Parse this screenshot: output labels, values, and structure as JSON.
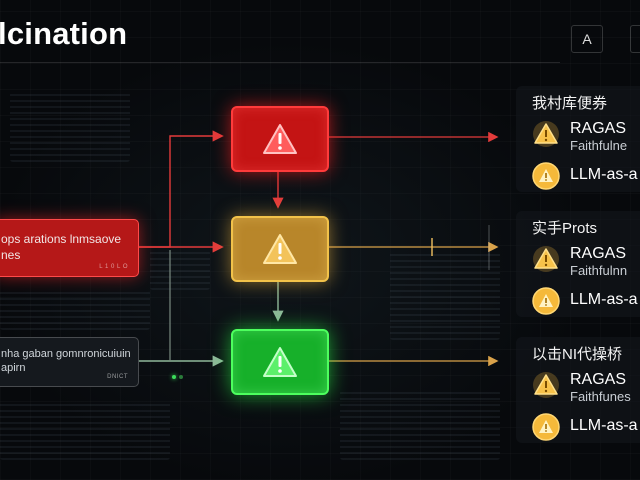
{
  "header": {
    "title": "lcination",
    "lang_button": "A"
  },
  "flow": {
    "alerts": [
      {
        "id": "red",
        "icon": "warning-icon",
        "color": "#e11a1a"
      },
      {
        "id": "yellow",
        "icon": "warning-icon",
        "color": "#d49a2e"
      },
      {
        "id": "green",
        "icon": "warning-icon",
        "color": "#22c435"
      }
    ],
    "sources": [
      {
        "line1": "ops arations lnmsaove",
        "line2": "nes",
        "tag": "L 1 0 L O",
        "color": "#b51818"
      },
      {
        "line1": "nha gaban gomnronicuiuin",
        "line2": "apirn",
        "tag": "DNICT",
        "color": "#15191e"
      }
    ]
  },
  "cards": [
    {
      "heading": "我村库便券",
      "items": [
        {
          "icon": "warning-icon",
          "title": "RAGAS",
          "subtitle": "Faithfulne"
        },
        {
          "icon": "warning-icon",
          "title": "LLM-as-a",
          "subtitle": ""
        }
      ]
    },
    {
      "heading": "实手Prots",
      "items": [
        {
          "icon": "warning-icon",
          "title": "RAGAS",
          "subtitle": "Faithfulnn"
        },
        {
          "icon": "warning-icon",
          "title": "LLM-as-a",
          "subtitle": ""
        }
      ]
    },
    {
      "heading": "以击NI代操桥",
      "items": [
        {
          "icon": "warning-icon",
          "title": "RAGAS",
          "subtitle": "Faithfunes"
        },
        {
          "icon": "warning-icon",
          "title": "LLM-as-a",
          "subtitle": ""
        }
      ]
    }
  ],
  "colors": {
    "background": "#07090c",
    "arrow_red": "#e33b3b",
    "arrow_amber": "#d9a24a",
    "arrow_green": "#7fb08a",
    "badge_gold": "#f5b93a"
  }
}
